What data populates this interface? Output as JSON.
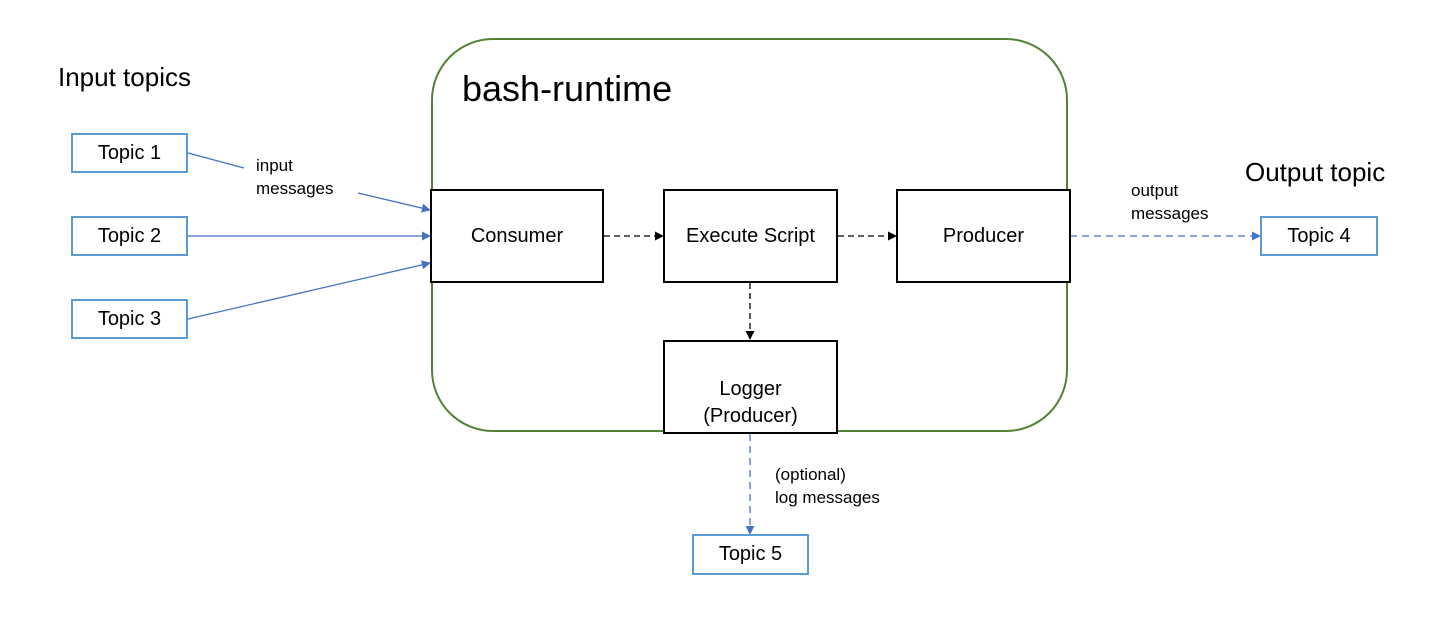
{
  "headings": {
    "input": "Input topics",
    "output": "Output topic"
  },
  "runtime": {
    "title": "bash-runtime"
  },
  "topics": {
    "t1": "Topic 1",
    "t2": "Topic 2",
    "t3": "Topic 3",
    "t4": "Topic 4",
    "t5": "Topic 5"
  },
  "components": {
    "consumer": "Consumer",
    "execute": "Execute Script",
    "producer": "Producer",
    "logger_line1": "Logger",
    "logger_line2": "(Producer)"
  },
  "annotations": {
    "input_line1": "input",
    "input_line2": "messages",
    "output_line1": "output",
    "output_line2": "messages",
    "log_line1": "(optional)",
    "log_line2": "log messages"
  },
  "colors": {
    "runtime_border": "#548235",
    "topic_border": "#5b9bd5",
    "block_border": "#000000",
    "arrow_blue": "#4472c4",
    "arrow_black": "#000000"
  }
}
